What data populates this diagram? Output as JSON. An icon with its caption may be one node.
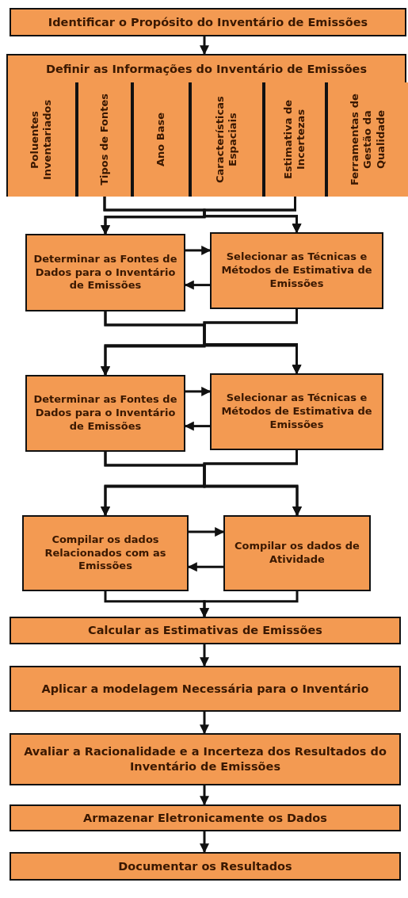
{
  "diagram": {
    "nodes": [
      {
        "text": [
          "Identificar o Propósito do Inventário de Emissões"
        ]
      },
      {
        "text": [
          "Definir as Informações do Inventário de Emissões"
        ]
      },
      {
        "text": [
          "Poluentes Inventariados"
        ],
        "in": 1
      },
      {
        "text": [
          "Tipos de Fontes"
        ],
        "in": 1
      },
      {
        "text": [
          "Ano Base"
        ],
        "in": 1
      },
      {
        "text": [
          "Características Espaciais"
        ],
        "in": 1
      },
      {
        "text": [
          "Estimativa de Incertezas"
        ],
        "in": 1
      },
      {
        "text": [
          "Ferramentas de Gestão da Qualidade"
        ],
        "in": 1
      },
      {
        "text": [
          "Determinar as Fontes de Dados para o Inventário de Emissões"
        ]
      },
      {
        "text": [
          "Selecionar as Técnicas e Métodos de Estimativa de Emissões"
        ]
      },
      {
        "text": [
          "Determinar as Fontes de Dados para o Inventário de Emissões"
        ]
      },
      {
        "text": [
          "Selecionar as Técnicas e Métodos de Estimativa de Emissões"
        ]
      },
      {
        "text": [
          "Compilar os dados Relacionados com as Emissões"
        ]
      },
      {
        "text": [
          "Compilar os dados de Atividade"
        ]
      },
      {
        "text": [
          "Calcular as Estimativas de Emissões"
        ]
      },
      {
        "text": [
          "Aplicar a modelagem Necessária para o Inventário"
        ]
      },
      {
        "text": [
          "Avaliar a Racionalidade e a Incerteza dos Resultados do Inventário de Emissões"
        ]
      },
      {
        "text": [
          "Armazenar Eletronicamente os Dados"
        ]
      },
      {
        "text": [
          "Documentar os Resultados"
        ]
      }
    ],
    "edges": [
      {
        "from": 0,
        "to": 1,
        "arrow": "to"
      },
      {
        "from": 3,
        "to": 8,
        "arrow": "to"
      },
      {
        "from": 3,
        "to": 9,
        "arrow": "to"
      },
      {
        "from": 6,
        "to": 8,
        "arrow": "to"
      },
      {
        "from": 6,
        "to": 9,
        "arrow": "to"
      },
      {
        "from": 8,
        "to": 9,
        "arrow": "to"
      },
      {
        "from": 9,
        "to": 8,
        "arrow": "to"
      },
      {
        "from": 8,
        "to": 10,
        "arrow": "to"
      },
      {
        "from": 8,
        "to": 11,
        "arrow": "to"
      },
      {
        "from": 9,
        "to": 10,
        "arrow": "to"
      },
      {
        "from": 9,
        "to": 11,
        "arrow": "to"
      },
      {
        "from": 10,
        "to": 11,
        "arrow": "to"
      },
      {
        "from": 11,
        "to": 10,
        "arrow": "to"
      },
      {
        "from": 10,
        "to": 12,
        "arrow": "to"
      },
      {
        "from": 10,
        "to": 13,
        "arrow": "to"
      },
      {
        "from": 11,
        "to": 12,
        "arrow": "to"
      },
      {
        "from": 11,
        "to": 13,
        "arrow": "to"
      },
      {
        "from": 12,
        "to": 13,
        "arrow": "to"
      },
      {
        "from": 13,
        "to": 12,
        "arrow": "to"
      },
      {
        "from": 12,
        "to": 14,
        "arrow": "to"
      },
      {
        "from": 13,
        "to": 14,
        "arrow": "to"
      },
      {
        "from": 14,
        "to": 15,
        "arrow": "to"
      },
      {
        "from": 15,
        "to": 16,
        "arrow": "to"
      },
      {
        "from": 16,
        "to": 17,
        "arrow": "to"
      },
      {
        "from": 17,
        "to": 18,
        "arrow": "to"
      }
    ]
  }
}
